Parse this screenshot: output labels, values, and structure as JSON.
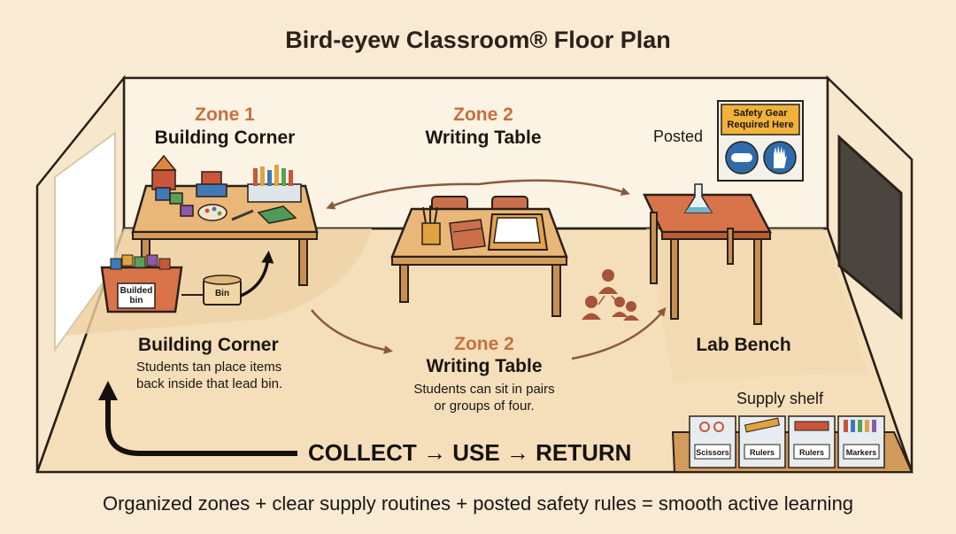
{
  "title": "Bird-eyew Classroom® Floor Plan",
  "zones": {
    "building_top": {
      "number": "Zone 1",
      "name": "Building Corner"
    },
    "writing_top": {
      "number": "Zone 2",
      "name": "Writing Table"
    },
    "building_bottom": {
      "name": "Building Corner",
      "description": "Students tan place items\nback inside that lead bin."
    },
    "writing_bottom": {
      "number": "Zone 2",
      "name": "Writing Table",
      "description": "Students can sit in pairs\nor groups of four."
    },
    "lab": {
      "name": "Lab Bench"
    }
  },
  "labels": {
    "builded_bin": "Builded\nbin",
    "bin": "Bin",
    "posted": "Posted",
    "safety_sign": "Safety Gear\nRequired Here",
    "supply_shelf": "Supply shelf"
  },
  "supply_bins": [
    "Scissors",
    "Rulers",
    "Rulers",
    "Markers"
  ],
  "cycle": "COLLECT → USE → RETURN",
  "footer": "Organized zones + clear supply routines + posted safety rules = smooth active learning",
  "colors": {
    "zone_accent": "#c8703d",
    "arrow": "#8a5a3c",
    "wall": "#fbf3e3",
    "floor": "#f4dfba",
    "table_top": "#e9b778",
    "lab_top": "#d9734a"
  }
}
